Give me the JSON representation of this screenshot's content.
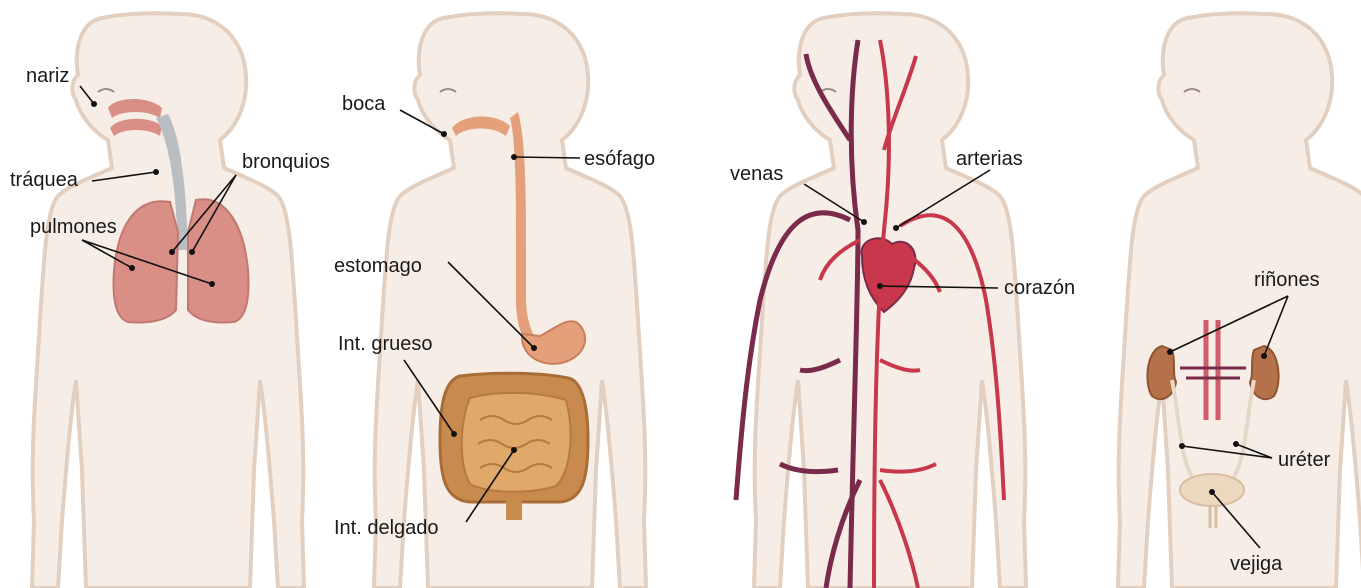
{
  "colors": {
    "body_fill": "#f6eee6",
    "body_outline": "#e3cfc0",
    "lung": "#d98f86",
    "trachea": "#b9bec3",
    "digestive": "#e3a07a",
    "intestine": "#c98a4e",
    "vein": "#7a2a4a",
    "artery": "#c8374a",
    "kidney": "#b5714a",
    "bladder": "#ecd7bf",
    "line": "#111111"
  },
  "panels": [
    {
      "name": "respiratory",
      "labels": [
        {
          "id": "nariz",
          "text": "nariz"
        },
        {
          "id": "traquea",
          "text": "tráquea"
        },
        {
          "id": "bronquios",
          "text": "bronquios"
        },
        {
          "id": "pulmones",
          "text": "pulmones"
        }
      ]
    },
    {
      "name": "digestive",
      "labels": [
        {
          "id": "boca",
          "text": "boca"
        },
        {
          "id": "esofago",
          "text": "esófago"
        },
        {
          "id": "estomago",
          "text": "estomago"
        },
        {
          "id": "int_grueso",
          "text": "Int. grueso"
        },
        {
          "id": "int_delgado",
          "text": "Int. delgado"
        }
      ]
    },
    {
      "name": "circulatory",
      "labels": [
        {
          "id": "venas",
          "text": "venas"
        },
        {
          "id": "arterias",
          "text": "arterias"
        },
        {
          "id": "corazon",
          "text": "corazón"
        }
      ]
    },
    {
      "name": "urinary",
      "labels": [
        {
          "id": "rinones",
          "text": "riñones"
        },
        {
          "id": "ureter",
          "text": "uréter"
        },
        {
          "id": "vejiga",
          "text": "vejiga"
        }
      ]
    }
  ]
}
